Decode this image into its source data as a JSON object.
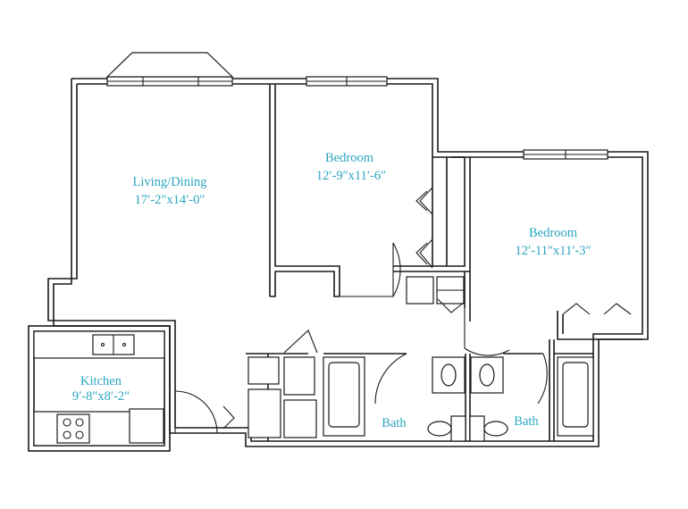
{
  "colors": {
    "label": "#2aa6c2",
    "line": "#1a1a1a",
    "background": "#ffffff"
  },
  "rooms": {
    "living": {
      "name": "Living/Dining",
      "dims": "17′-2″x14′-0″"
    },
    "bedroom1": {
      "name": "Bedroom",
      "dims": "12′-9″x11′-6″"
    },
    "bedroom2": {
      "name": "Bedroom",
      "dims": "12′-11″x11′-3″"
    },
    "kitchen": {
      "name": "Kitchen",
      "dims": "9′-8″x8′-2″"
    },
    "bath1": {
      "name": "Bath"
    },
    "bath2": {
      "name": "Bath"
    }
  }
}
